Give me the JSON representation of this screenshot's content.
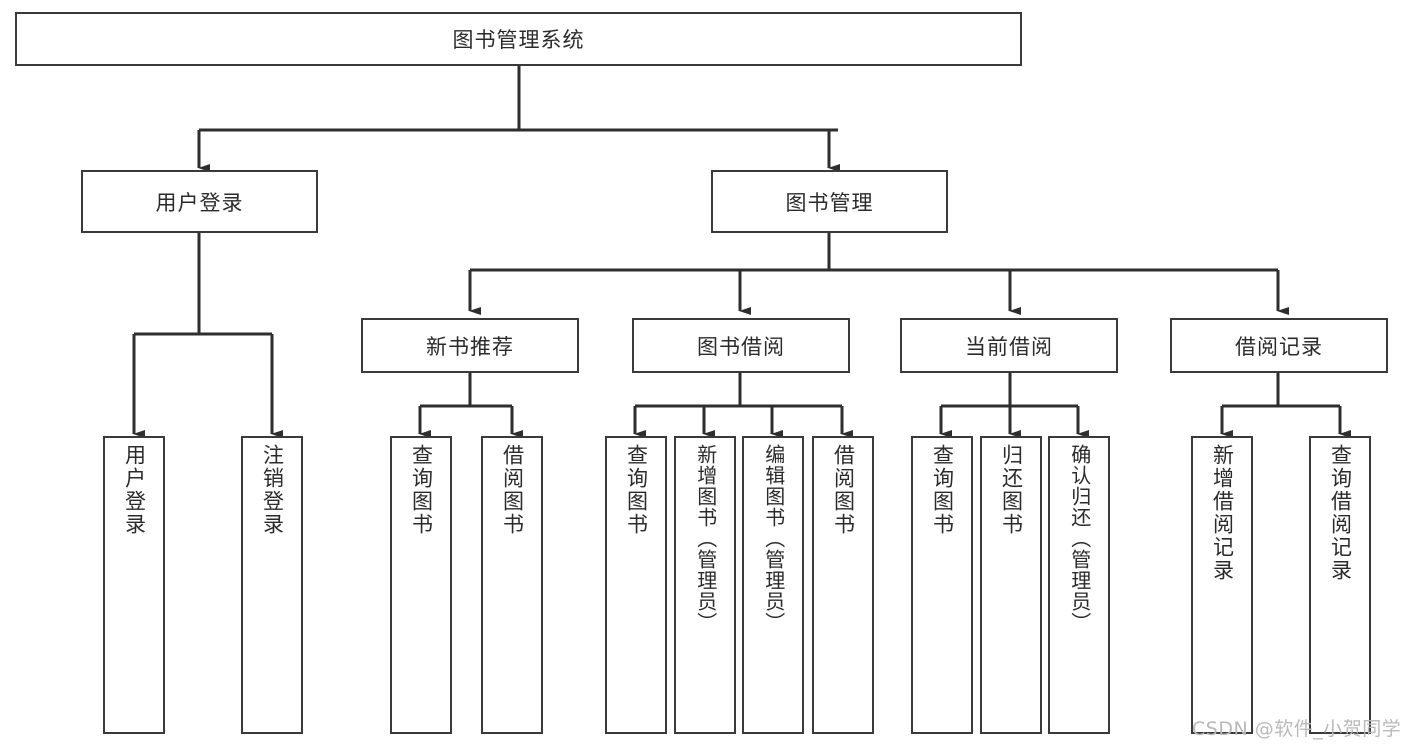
{
  "diagram": {
    "title": "图书管理系统",
    "type": "tree-hierarchy",
    "root": {
      "label": "图书管理系统"
    },
    "level2": [
      {
        "label": "用户登录"
      },
      {
        "label": "图书管理"
      }
    ],
    "level3": [
      {
        "label": "新书推荐"
      },
      {
        "label": "图书借阅"
      },
      {
        "label": "当前借阅"
      },
      {
        "label": "借阅记录"
      }
    ],
    "leaves": {
      "user_login": [
        {
          "label": "用户登录"
        },
        {
          "label": "注销登录"
        }
      ],
      "new_book_recommend": [
        {
          "label": "查询图书"
        },
        {
          "label": "借阅图书"
        }
      ],
      "book_borrow": [
        {
          "label": "查询图书"
        },
        {
          "label": "新增图书（管理员）"
        },
        {
          "label": "编辑图书（管理员）"
        },
        {
          "label": "借阅图书"
        }
      ],
      "current_borrow": [
        {
          "label": "查询图书"
        },
        {
          "label": "归还图书"
        },
        {
          "label": "确认归还（管理员）"
        }
      ],
      "borrow_record": [
        {
          "label": "新增借阅记录"
        },
        {
          "label": "查询借阅记录"
        }
      ]
    }
  },
  "watermark": {
    "text": "CSDN @软件_小贺同学"
  },
  "colors": {
    "box_border": "#3a3a3a",
    "text": "#2b2b2b",
    "background": "#ffffff",
    "watermark": "#b9b9b9"
  }
}
